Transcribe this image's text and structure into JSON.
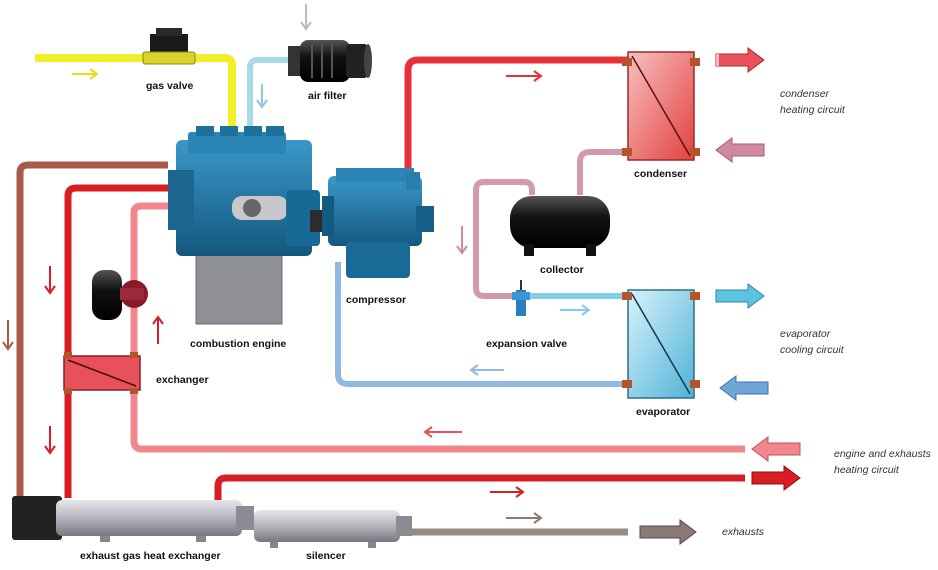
{
  "labels": {
    "gas_valve": "gas valve",
    "air_filter": "air filter",
    "combustion_engine": "combustion engine",
    "compressor": "compressor",
    "condenser": "condenser",
    "collector": "collector",
    "expansion_valve": "expansion valve",
    "evaporator": "evaporator",
    "exchanger": "exchanger",
    "exhaust_gas_heat_exchanger": "exhaust gas heat exchanger",
    "silencer": "silencer"
  },
  "circuits": {
    "condenser_line1": "condenser",
    "condenser_line2": "heating circuit",
    "evaporator_line1": "evaporator",
    "evaporator_line2": "cooling circuit",
    "engine_line1": "engine and exhausts",
    "engine_line2": "heating circuit",
    "exhausts": "exhausts"
  },
  "colors": {
    "gas": "#f2ee2a",
    "hot": "#e8303a",
    "warm": "#f0878c",
    "return_brown": "#a85a4a",
    "refrigerant_pink": "#d39aae",
    "cold": "#7fd0e6",
    "cold_return": "#8fb8e2",
    "exhaust": "#9a8a86",
    "engine_blue": "#1f78a8"
  }
}
